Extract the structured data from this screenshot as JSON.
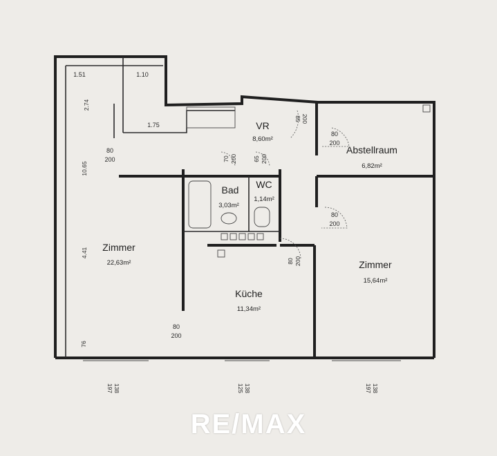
{
  "rooms": {
    "vr": {
      "name": "VR",
      "area": "8,60m²"
    },
    "abstellraum": {
      "name": "Abstellraum",
      "area": "6,82m²"
    },
    "bad": {
      "name": "Bad",
      "area": "3,03m²"
    },
    "wc": {
      "name": "WC",
      "area": "1,14m²"
    },
    "zimmer_left": {
      "name": "Zimmer",
      "area": "22,63m²"
    },
    "zimmer_right": {
      "name": "Zimmer",
      "area": "15,64m²"
    },
    "kueche": {
      "name": "Küche",
      "area": "11,34m²"
    }
  },
  "dimensions": {
    "d151": "1.51",
    "d110": "1.10",
    "d274": "2.74",
    "d175": "1.75",
    "d1065": "10.65",
    "d441": "4.41",
    "d76": "76"
  },
  "doors": {
    "left_w": "80",
    "left_h": "200",
    "bottom_w": "80",
    "bottom_h": "200",
    "kitchen_w": "80",
    "kitchen_h": "200",
    "vr_w": "85",
    "vr_h": "200",
    "abst_w": "80",
    "abst_h": "200",
    "right_w": "80",
    "right_h": "200",
    "bad_w": "70",
    "bad_h": "200",
    "wc_w": "65",
    "wc_h": "200"
  },
  "windows": {
    "w1_a": "197",
    "w1_b": "138",
    "w2_a": "125",
    "w2_b": "138",
    "w3_a": "197",
    "w3_b": "138"
  },
  "brand": {
    "logo_text": "RE/MAX"
  }
}
